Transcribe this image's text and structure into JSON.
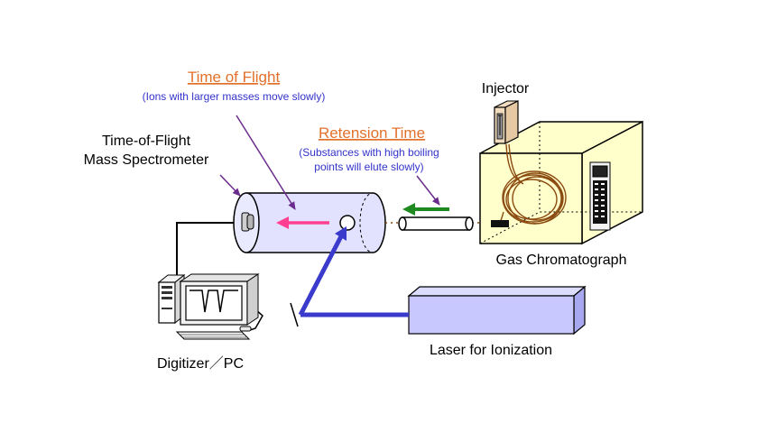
{
  "labels": {
    "tof_heading": "Time of Flight",
    "tof_note": "(Ions with larger masses move slowly)",
    "rt_heading": "Retension Time",
    "rt_note_line1": "(Substances with high boiling",
    "rt_note_line2": "points will elute slowly)",
    "injector": "Injector",
    "tofms_line1": "Time-of-Flight",
    "tofms_line2": "Mass Spectrometer",
    "gc": "Gas Chromatograph",
    "laser": "Laser for Ionization",
    "pc": "Digitizer／PC"
  },
  "colors": {
    "heading_orange": "#e2702a",
    "note_blue": "#3333cc",
    "arrow_pink": "#ff3f8f",
    "arrow_green": "#1f8a1f",
    "laser_beam": "#3a3acc",
    "laser_box": "#c8c8ff",
    "tube_fill": "#e2e2ff",
    "gc_fill": "#ffffcc",
    "capillary": "#8a4a10"
  }
}
